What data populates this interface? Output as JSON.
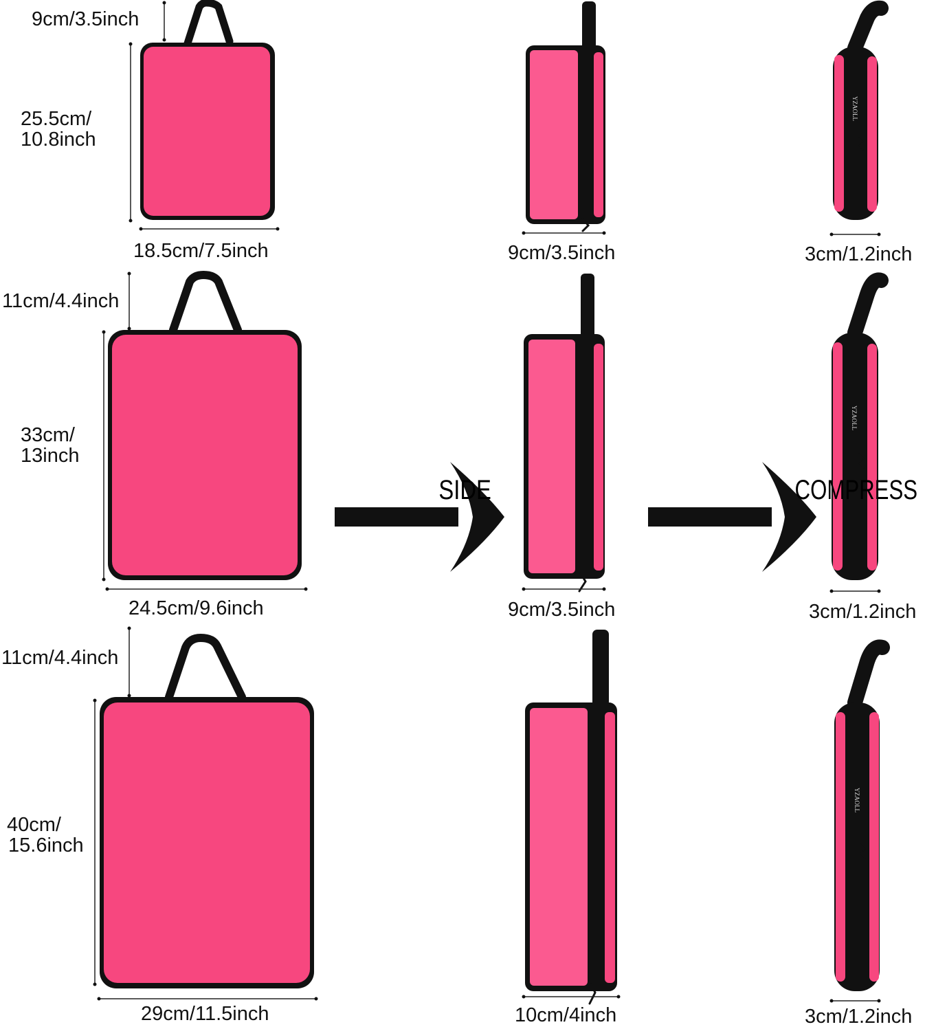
{
  "rows": [
    {
      "front_handle": "9cm/3.5inch",
      "front_height": "25.5cm/\n10.8inch",
      "front_width": "18.5cm/7.5inch",
      "side_width": "9cm/3.5inch",
      "compressed_width": "3cm/1.2inch"
    },
    {
      "front_handle": "11cm/4.4inch",
      "front_height": "33cm/\n13inch",
      "front_width": "24.5cm/9.6inch",
      "side_width": "9cm/3.5inch",
      "compressed_width": "3cm/1.2inch"
    },
    {
      "front_handle": "11cm/4.4inch",
      "front_height": "40cm/\n15.6inch",
      "front_width": "29cm/11.5inch",
      "side_width": "10cm/4inch",
      "compressed_width": "3cm/1.2inch"
    }
  ],
  "arrows": {
    "side_label": "SIDE",
    "compress_label": "COMPRESS"
  },
  "brand": "YZAOLL",
  "colors": {
    "bag": "#f7477f",
    "trim": "#111111",
    "background": "#ffffff"
  }
}
